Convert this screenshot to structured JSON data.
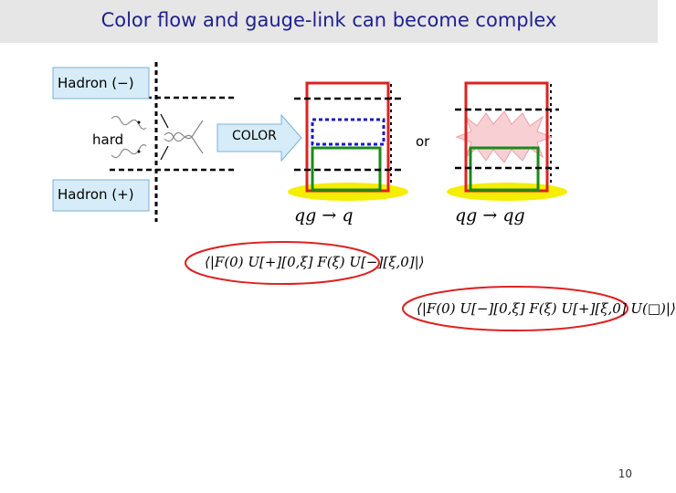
{
  "slide": {
    "title": "Color flow and gauge-link can become complex",
    "page_number": "10"
  },
  "left_diagram": {
    "hadron_minus": "Hadron (−)",
    "hadron_plus": "Hadron (+)",
    "hard": "hard"
  },
  "arrow": {
    "label": "COLOR"
  },
  "middle_diagram": {
    "process": "qg → q",
    "or": "or"
  },
  "right_diagram": {
    "process": "qg → qg"
  },
  "formulas": {
    "first": "⟨|F(0) U[+][0,ξ] F(ξ) U[−][ξ,0]|⟩",
    "second": "⟨|F(0) U[−][0,ξ] F(ξ) U[+][ξ,0] U(□)|⟩"
  },
  "colors": {
    "title": "#1f1f8f",
    "red": "#dd2222",
    "green": "#1a8a1a",
    "blue": "#1a1acc",
    "yellow": "#f5ee00",
    "arrow_fill": "#d6ecf8",
    "star_fill": "#f8d0d4"
  }
}
